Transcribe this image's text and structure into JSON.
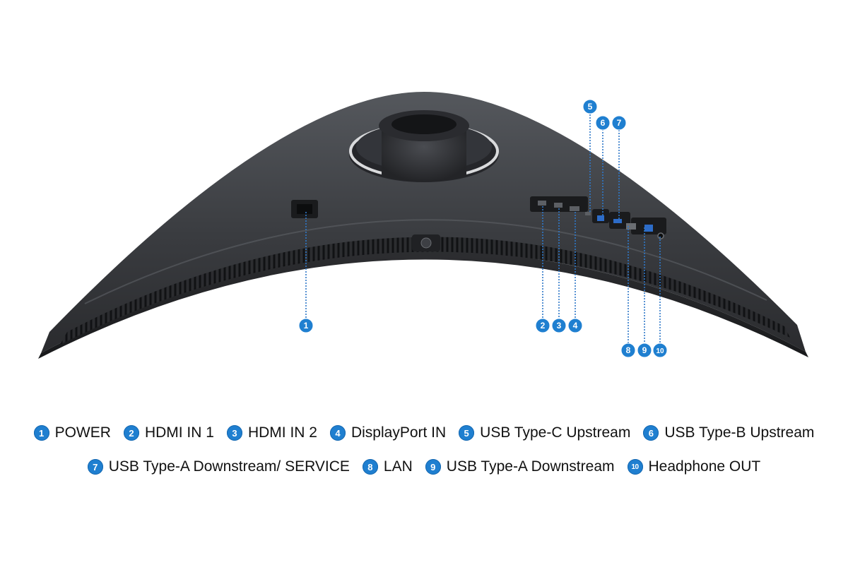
{
  "colors": {
    "badge": "#1f7fd0",
    "leader": "#2f78c8",
    "body": "#3a3c40",
    "body_dark": "#222326",
    "legend_text": "#111111"
  },
  "callouts": [
    {
      "num": "1",
      "label": "POWER"
    },
    {
      "num": "2",
      "label": "HDMI IN 1"
    },
    {
      "num": "3",
      "label": "HDMI IN 2"
    },
    {
      "num": "4",
      "label": "DisplayPort IN"
    },
    {
      "num": "5",
      "label": "USB Type-C Upstream"
    },
    {
      "num": "6",
      "label": "USB Type-B Upstream"
    },
    {
      "num": "7",
      "label": "USB Type-A Downstream/ SERVICE"
    },
    {
      "num": "8",
      "label": "LAN"
    },
    {
      "num": "9",
      "label": "USB Type-A Downstream"
    },
    {
      "num": "10",
      "label": "Headphone OUT"
    }
  ]
}
